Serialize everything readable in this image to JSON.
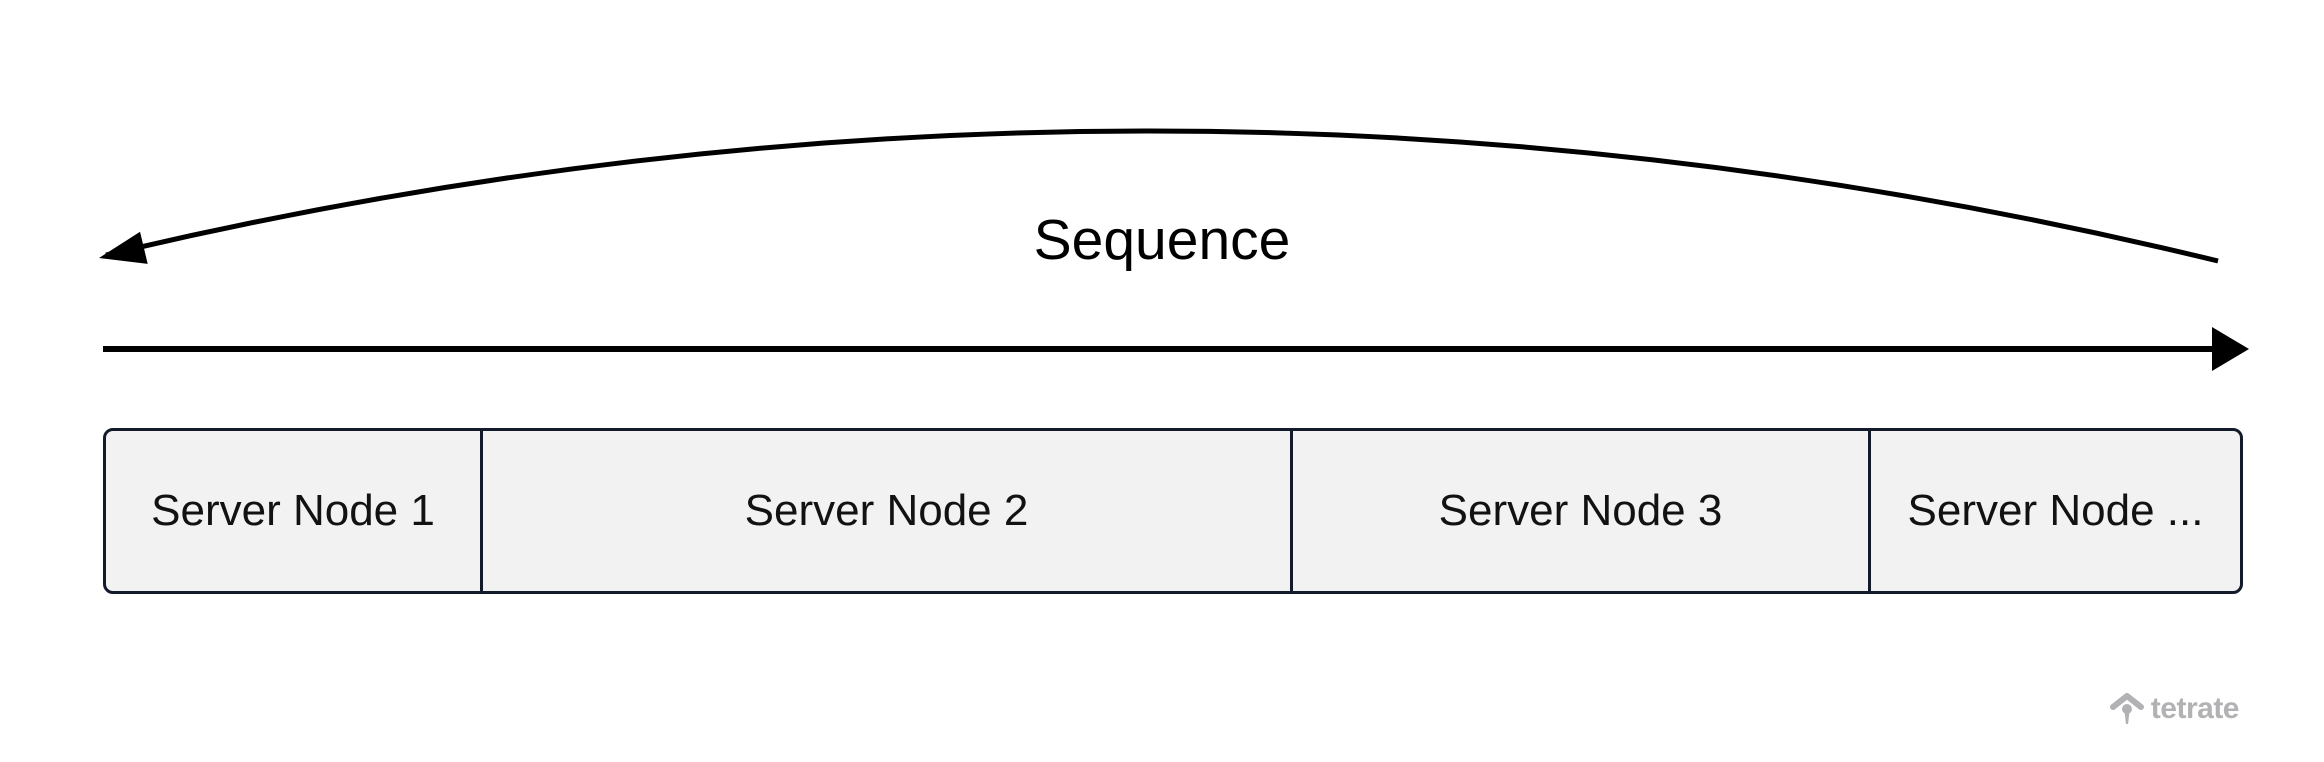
{
  "diagram": {
    "sequence_label": "Sequence",
    "nodes": [
      {
        "label": "Server Node 1"
      },
      {
        "label": "Server Node 2"
      },
      {
        "label": "Server Node 3"
      },
      {
        "label": "Server Node ..."
      }
    ],
    "icons": {
      "sequence_arc": "curved-arrow-left-icon",
      "flow_arrow": "arrow-right-icon",
      "brand_icon": "tetrate-caret-pin-icon"
    },
    "colors": {
      "background": "#ffffff",
      "arrow": "#000000",
      "node_fill": "#f2f2f3",
      "node_border": "#131a29",
      "node_text": "#121212",
      "brand_gray": "#b2b1b3"
    }
  },
  "footer": {
    "brand_text": "tetrate"
  }
}
